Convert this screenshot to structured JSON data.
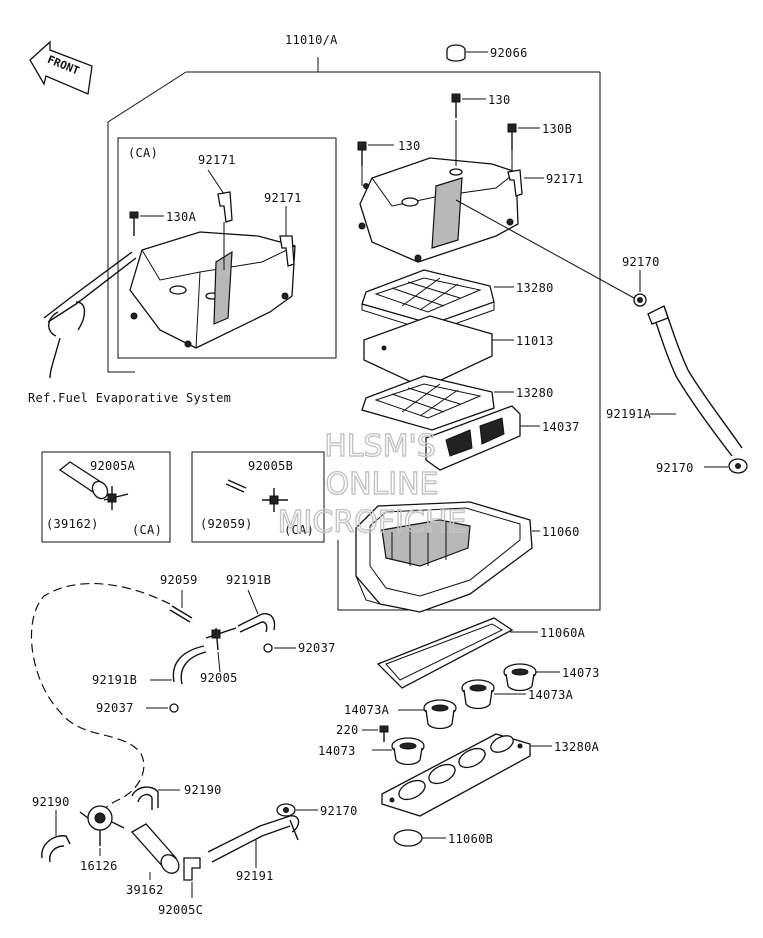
{
  "labels": {
    "assy": "11010/A",
    "p92066": "92066",
    "p130_top": "130",
    "p130_left": "130",
    "p130b": "130B",
    "p92171_right": "92171",
    "p92171_ca_a": "92171",
    "p92171_ca_b": "92171",
    "p130a": "130A",
    "ca_box": "(CA)",
    "p92170_top": "92170",
    "p13280_top": "13280",
    "p11013": "11013",
    "p13280_mid": "13280",
    "p14037": "14037",
    "p92191a": "92191A",
    "p92170_mid": "92170",
    "p11060": "11060",
    "ref_fuel": "Ref.Fuel Evaporative System",
    "p92005a": "92005A",
    "p39162_ca": "(39162)",
    "ca_a": "(CA)",
    "p92005b": "92005B",
    "p92059_ca": "(92059)",
    "ca_b": "(CA)",
    "p92059": "92059",
    "p92191b_top": "92191B",
    "p92037_right": "92037",
    "p92191b_left": "92191B",
    "p92005": "92005",
    "p92037_left": "92037",
    "p11060a": "11060A",
    "p14073_right": "14073",
    "p14073a_right": "14073A",
    "p14073a_left": "14073A",
    "p220": "220",
    "p14073_left": "14073",
    "p13280a": "13280A",
    "p92190_mid": "92190",
    "p92190_left": "92190",
    "p16126": "16126",
    "p92170_bottom": "92170",
    "p39162": "39162",
    "p92191": "92191",
    "p11060b": "11060B",
    "p92005c": "92005C"
  },
  "front_arrow": {
    "text": "FRONT",
    "icon": "front-arrow-icon"
  },
  "watermark": [
    "HLSM'S",
    "ONLINE",
    "MICROFICHE"
  ],
  "colors": {
    "ink": "#111111",
    "watermark": "#c4c4c4",
    "background": "#ffffff"
  }
}
